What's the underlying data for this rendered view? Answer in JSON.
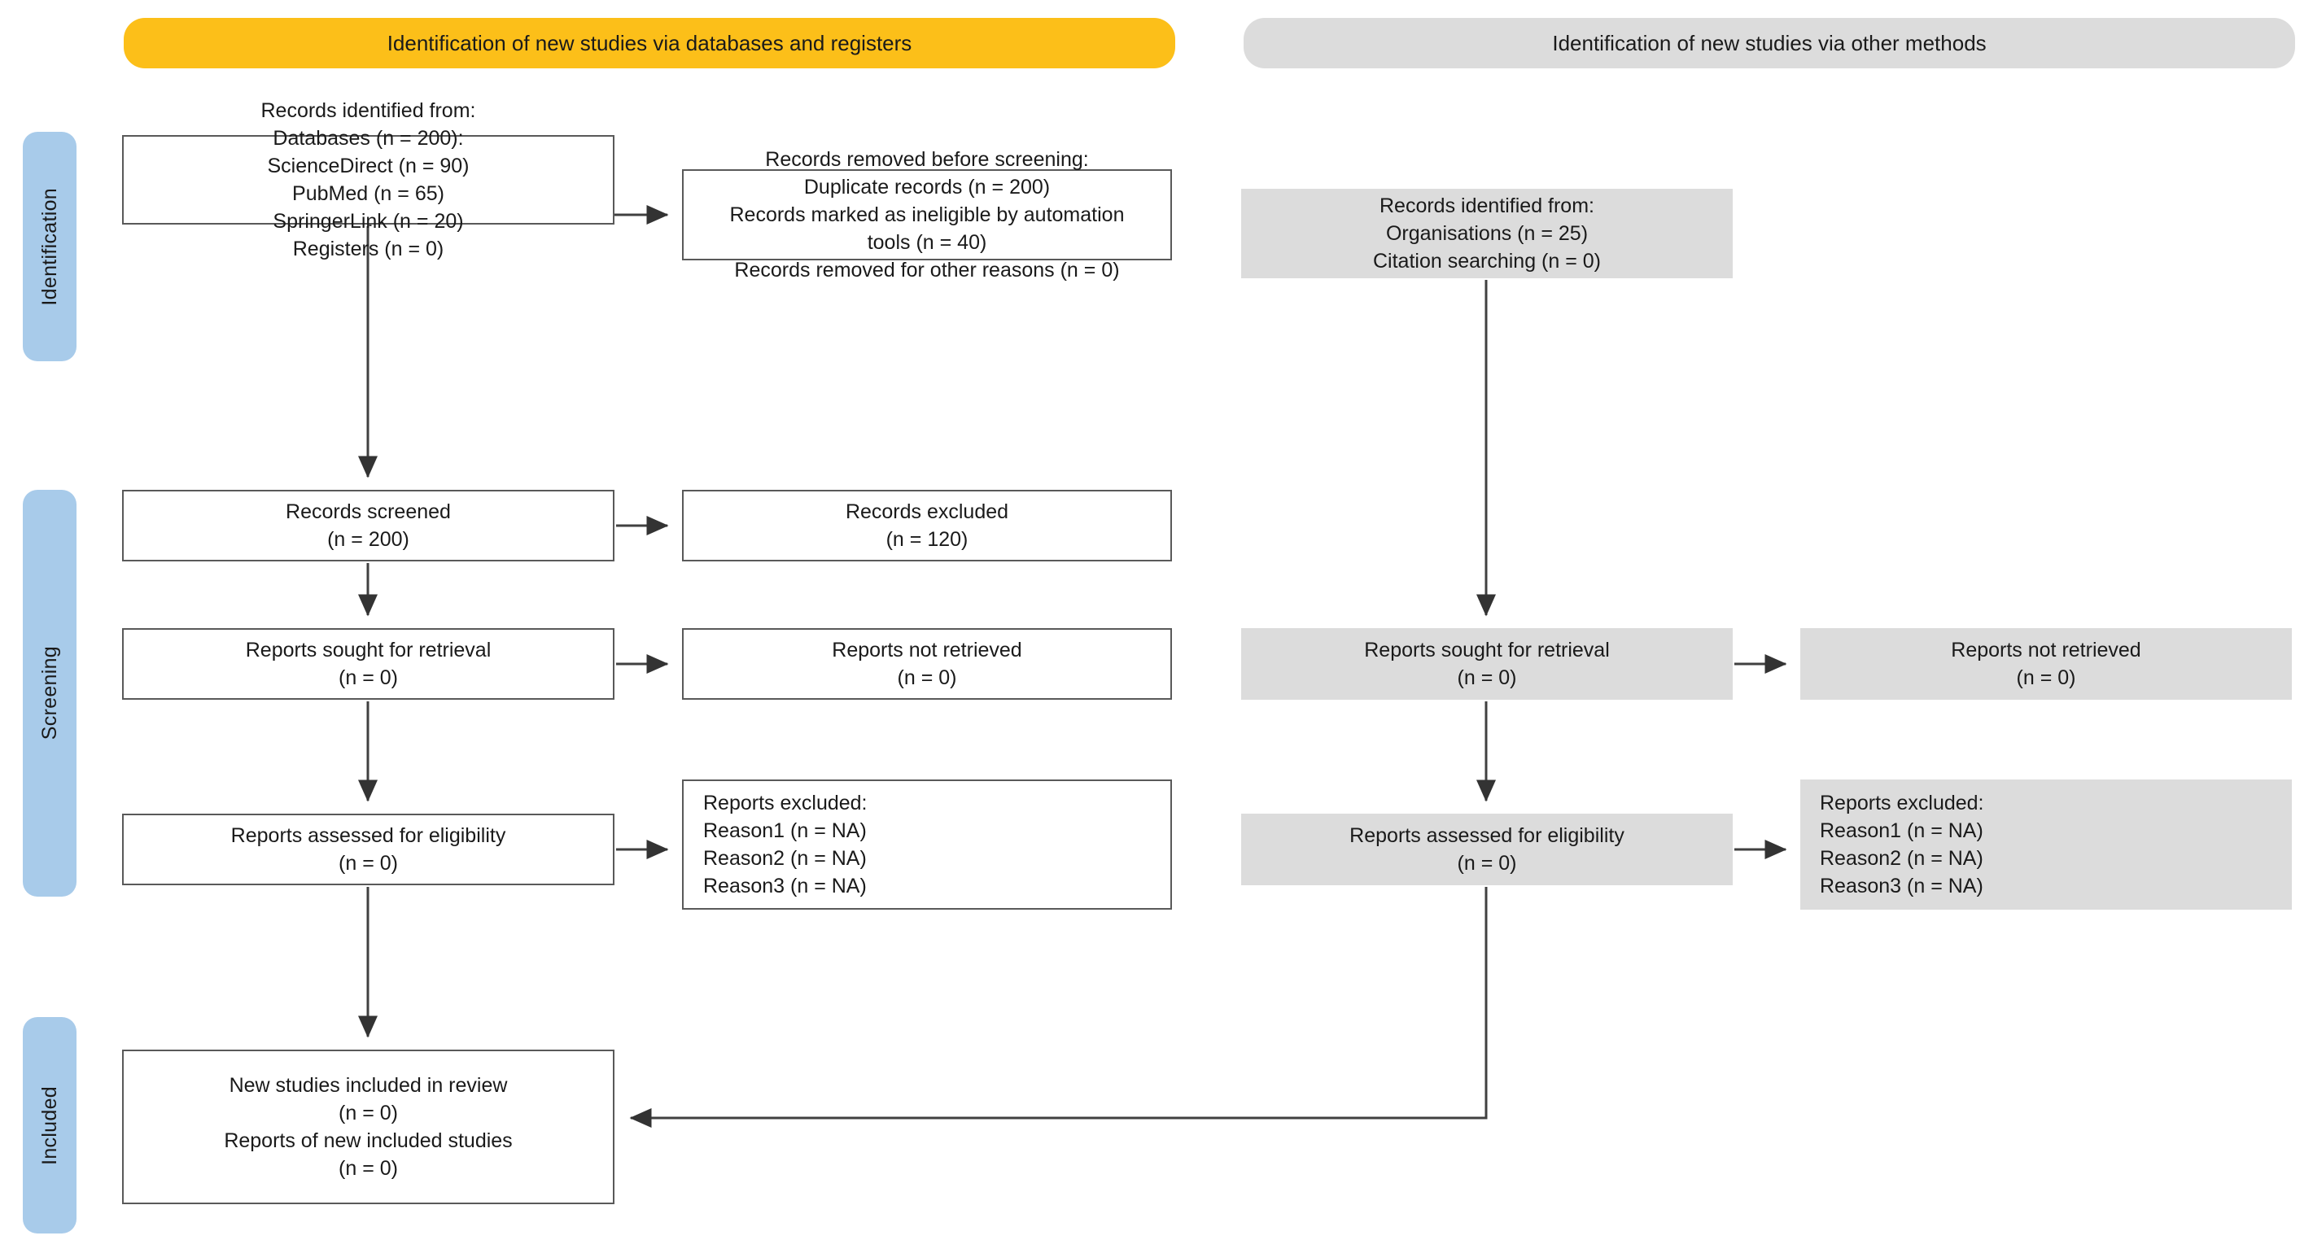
{
  "diagram": {
    "title": "PRISMA 2020 flow diagram for new systematic reviews",
    "type": "flowchart",
    "colors": {
      "banner_databases": "#fcbf19",
      "banner_other": "#dcdcdc",
      "stage_pill": "#a8cbea",
      "box_border": "#595959",
      "box_fill_left": "#ffffff",
      "box_fill_right": "#dcdcdc",
      "arrow": "#404040",
      "text": "#1a1a1a"
    }
  },
  "banners": {
    "databases": "Identification of new studies via databases and registers",
    "other": "Identification of new studies via other methods"
  },
  "stages": [
    {
      "id": "identification",
      "label": "Identification"
    },
    {
      "id": "screening",
      "label": "Screening"
    },
    {
      "id": "included",
      "label": "Included"
    }
  ],
  "databases_column": {
    "records_identified": {
      "lines": [
        "Records identified from:",
        "Databases (n = 200):",
        "ScienceDirect (n = 90)",
        "PubMed (n = 65)",
        "SpringerLink (n = 20)",
        "Registers (n = 0)"
      ]
    },
    "records_removed": {
      "lines": [
        "Records removed before screening:",
        "Duplicate records (n = 200)",
        "Records marked as ineligible by automation",
        "tools (n = 40)",
        "Records removed for other reasons (n = 0)"
      ]
    },
    "records_screened": {
      "lines": [
        "Records screened",
        "(n = 200)"
      ]
    },
    "records_excluded": {
      "lines": [
        "Records excluded",
        "(n = 120)"
      ]
    },
    "reports_sought": {
      "lines": [
        "Reports sought for retrieval",
        "(n = 0)"
      ]
    },
    "reports_not_retrieved": {
      "lines": [
        "Reports not retrieved",
        "(n = 0)"
      ]
    },
    "reports_assessed": {
      "lines": [
        "Reports assessed for eligibility",
        "(n = 0)"
      ]
    },
    "reports_excluded": {
      "lines": [
        "Reports excluded:",
        "Reason1 (n = NA)",
        "Reason2 (n = NA)",
        "Reason3 (n = NA)"
      ]
    },
    "new_studies_included": {
      "lines": [
        "New studies included in review",
        "(n = 0)",
        "Reports of new included studies",
        "(n = 0)"
      ]
    }
  },
  "other_methods_column": {
    "records_identified": {
      "lines": [
        "Records identified from:",
        "Organisations (n = 25)",
        "Citation searching (n = 0)"
      ]
    },
    "reports_sought": {
      "lines": [
        "Reports sought for retrieval",
        "(n = 0)"
      ]
    },
    "reports_not_retrieved": {
      "lines": [
        "Reports not retrieved",
        "(n = 0)"
      ]
    },
    "reports_assessed": {
      "lines": [
        "Reports assessed for eligibility",
        "(n = 0)"
      ]
    },
    "reports_excluded": {
      "lines": [
        "Reports excluded:",
        "Reason1 (n = NA)",
        "Reason2 (n = NA)",
        "Reason3 (n = NA)"
      ]
    }
  },
  "chart_data": {
    "type": "flow",
    "counts": {
      "databases_total": 200,
      "sciencedirect": 90,
      "pubmed": 65,
      "springerlink": 20,
      "registers": 0,
      "duplicate_records_removed": 200,
      "ineligible_by_automation": 40,
      "removed_other_reasons": 0,
      "records_screened": 200,
      "records_excluded": 120,
      "reports_sought_db": 0,
      "reports_not_retrieved_db": 0,
      "reports_assessed_db": 0,
      "organisations": 25,
      "citation_searching": 0,
      "reports_sought_other": 0,
      "reports_not_retrieved_other": 0,
      "reports_assessed_other": 0,
      "new_studies_included": 0,
      "reports_of_new_included_studies": 0
    }
  }
}
